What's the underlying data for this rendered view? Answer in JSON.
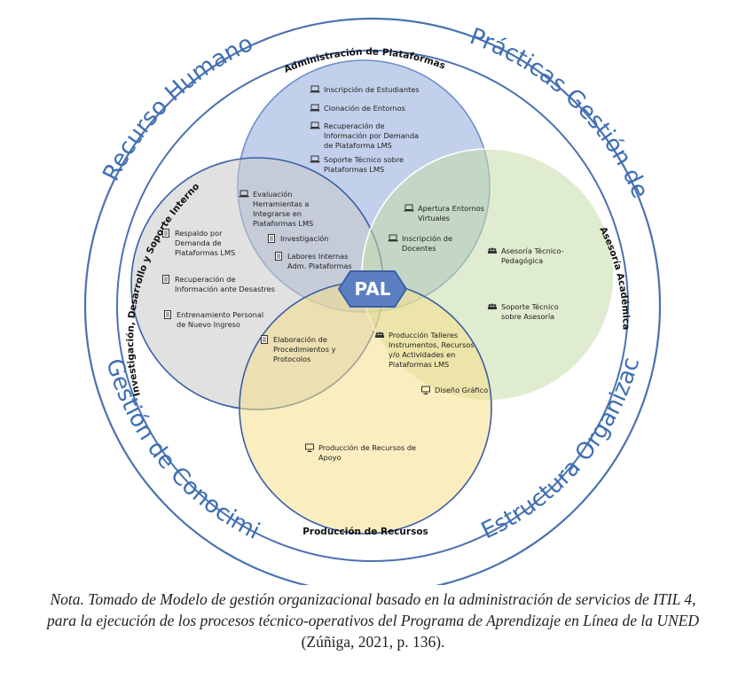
{
  "ring_labels": {
    "top_left": "Recurso Humano",
    "top_right": "Prácticas Gestión de Servicios",
    "bottom_left": "Gestión de Conocimiento",
    "bottom_right": "Estructura Organizacional"
  },
  "circle_titles": {
    "top": "Administración de Plataformas",
    "left": "Investigación, Desarrollo y Soporte Interno",
    "right": "Asesoría Académica",
    "bottom": "Producción de Recursos"
  },
  "center_label": "PAL",
  "items": {
    "admin": [
      {
        "icon": "laptop-icon",
        "lines": [
          "Inscripción de Estudiantes"
        ]
      },
      {
        "icon": "laptop-icon",
        "lines": [
          "Clonación de Entornos"
        ]
      },
      {
        "icon": "laptop-icon",
        "lines": [
          "Recuperación de",
          "Información por Demanda",
          "de Plataforma LMS"
        ]
      },
      {
        "icon": "laptop-icon",
        "lines": [
          "Soporte Técnico sobre",
          "Plataformas LMS"
        ]
      }
    ],
    "admin_research": [
      {
        "icon": "laptop-icon",
        "lines": [
          "Evaluación",
          "Herramientas a",
          "Integrarse en",
          "Plataformas LMS"
        ]
      },
      {
        "icon": "document-icon",
        "lines": [
          "Investigación"
        ]
      },
      {
        "icon": "document-icon",
        "lines": [
          "Labores Internas",
          "Adm. Plataformas"
        ]
      }
    ],
    "admin_advisory": [
      {
        "icon": "laptop-icon",
        "lines": [
          "Apertura Entornos",
          "Virtuales"
        ]
      },
      {
        "icon": "laptop-icon",
        "lines": [
          "Inscripción de",
          "Docentes"
        ]
      }
    ],
    "research": [
      {
        "icon": "document-icon",
        "lines": [
          "Respaldo por",
          "Demanda de",
          "Plataformas LMS"
        ]
      },
      {
        "icon": "document-icon",
        "lines": [
          "Recuperación de",
          "Información ante Desastres"
        ]
      },
      {
        "icon": "document-icon",
        "lines": [
          "Entrenamiento Personal",
          "de Nuevo Ingreso"
        ]
      }
    ],
    "research_production": [
      {
        "icon": "document-icon",
        "lines": [
          "Elaboración de",
          "Procedimientos y",
          "Protocolos"
        ]
      }
    ],
    "advisory": [
      {
        "icon": "group-icon",
        "lines": [
          "Asesoría Técnico-",
          "Pedagógica"
        ]
      },
      {
        "icon": "group-icon",
        "lines": [
          "Soporte Técnico",
          "sobre Asesoría"
        ]
      }
    ],
    "advisory_production": [
      {
        "icon": "group-icon",
        "lines": [
          "Producción Talleres",
          "Instrumentos, Recursos",
          "y/o Actividades en",
          "Plataformas LMS"
        ]
      },
      {
        "icon": "presentation-icon",
        "lines": [
          "Diseño Gráfico"
        ]
      }
    ],
    "production": [
      {
        "icon": "presentation-icon",
        "lines": [
          "Producción de Recursos de",
          "Apoyo"
        ]
      }
    ]
  },
  "caption": {
    "part1": "Nota. Tomado de Modelo de gestión organizacional basado en la administración de servicios de ITIL 4, para la ejecución de los procesos técnico-operativos del Programa de Aprendizaje en Línea de la UNED",
    "part2": " (Zúñiga, 2021, p. 136)."
  },
  "colors": {
    "ring": "#4a72b0",
    "admin_fill": "#8fa9da",
    "research_fill": "#c9c9c9",
    "advisory_fill": "#c6dca8",
    "production_fill": "#f6df8a",
    "circle_stroke_admin": "#6f8fca",
    "circle_stroke_research": "#3b5ea5",
    "circle_stroke_advisory": "#ffffff",
    "circle_stroke_production": "#3b5ea5",
    "pal_fill": "#5b7fc0",
    "pal_stroke": "#3b5ea5"
  }
}
